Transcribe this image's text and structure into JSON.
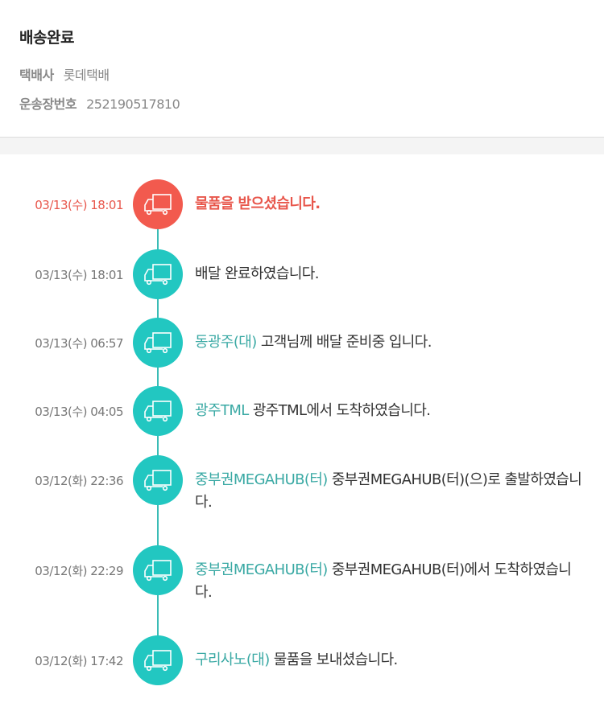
{
  "header": {
    "title": "배송완료",
    "courier_label": "택배사",
    "courier_value": "롯데택배",
    "tracking_label": "운송장번호",
    "tracking_value": "252190517810"
  },
  "colors": {
    "accent_red": "#f25a4e",
    "accent_teal": "#22c7c1",
    "location_teal": "#3aa9a4"
  },
  "timeline": [
    {
      "date": "03/13(수) 18:01",
      "location": "",
      "message": "물품을 받으셨습니다.",
      "icon": "truck-icon"
    },
    {
      "date": "03/13(수) 18:01",
      "location": "",
      "message": "배달 완료하였습니다.",
      "icon": "truck-icon"
    },
    {
      "date": "03/13(수) 06:57",
      "location": "동광주(대)",
      "message": "고객님께 배달 준비중 입니다.",
      "icon": "truck-icon"
    },
    {
      "date": "03/13(수) 04:05",
      "location": "광주TML",
      "message": "광주TML에서 도착하였습니다.",
      "icon": "truck-icon"
    },
    {
      "date": "03/12(화) 22:36",
      "location": "중부권MEGAHUB(터)",
      "message": "중부권MEGAHUB(터)(으)로 출발하였습니다.",
      "icon": "truck-icon"
    },
    {
      "date": "03/12(화) 22:29",
      "location": "중부권MEGAHUB(터)",
      "message": "중부권MEGAHUB(터)에서 도착하였습니다.",
      "icon": "truck-icon"
    },
    {
      "date": "03/12(화) 17:42",
      "location": "구리사노(대)",
      "message": "물품을 보내셨습니다.",
      "icon": "truck-icon"
    }
  ]
}
